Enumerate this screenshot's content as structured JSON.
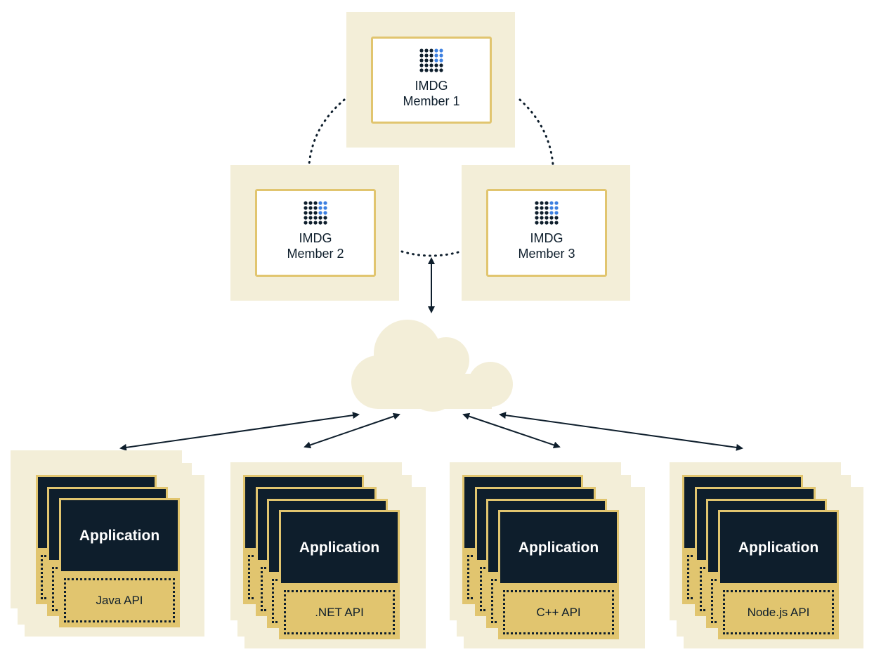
{
  "members": [
    {
      "line1": "IMDG",
      "line2": "Member 1"
    },
    {
      "line1": "IMDG",
      "line2": "Member 2"
    },
    {
      "line1": "IMDG",
      "line2": "Member 3"
    }
  ],
  "applications": [
    {
      "title": "Application",
      "api": "Java API"
    },
    {
      "title": "Application",
      "api": ".NET API"
    },
    {
      "title": "Application",
      "api": "C++ API"
    },
    {
      "title": "Application",
      "api": "Node.js API"
    }
  ],
  "colors": {
    "cream": "#f3eed8",
    "gold": "#e1c56f",
    "navy": "#0e1e2c",
    "blue": "#3c7fe0"
  },
  "icons": {
    "member_logo": "grid-dots-icon",
    "network": "cloud-icon"
  }
}
